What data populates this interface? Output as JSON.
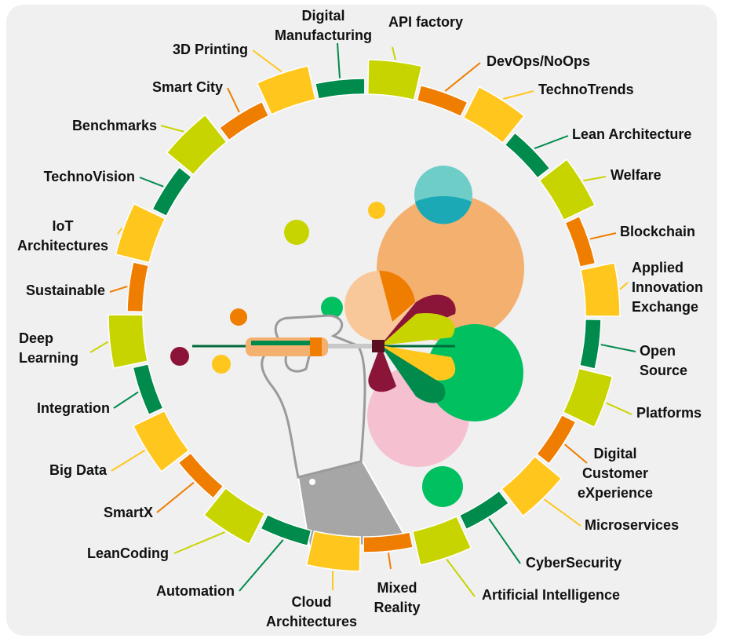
{
  "colors": {
    "lime": "#c8d400",
    "orange": "#ef7d00",
    "yellow": "#ffc61e",
    "green": "#008a4b",
    "background": "#f0f0f0"
  },
  "segments": [
    {
      "label": "API factory",
      "color": "lime"
    },
    {
      "label": "DevOps/NoOps",
      "color": "orange"
    },
    {
      "label": "TechnoTrends",
      "color": "yellow"
    },
    {
      "label": "Lean Architecture",
      "color": "green"
    },
    {
      "label": "Welfare",
      "color": "lime"
    },
    {
      "label": "Blockchain",
      "color": "orange"
    },
    {
      "label": "Applied\nInnovation\nExchange",
      "color": "yellow"
    },
    {
      "label": "Open\nSource",
      "color": "green"
    },
    {
      "label": "Platforms",
      "color": "lime"
    },
    {
      "label": "Digital\nCustomer\neXperience",
      "color": "orange"
    },
    {
      "label": "Microservices",
      "color": "yellow"
    },
    {
      "label": "CyberSecurity",
      "color": "green"
    },
    {
      "label": "Artificial Intelligence",
      "color": "lime"
    },
    {
      "label": "Mixed\nReality",
      "color": "orange"
    },
    {
      "label": "Cloud\nArchitectures",
      "color": "yellow"
    },
    {
      "label": "Automation",
      "color": "green"
    },
    {
      "label": "LeanCoding",
      "color": "lime"
    },
    {
      "label": "SmartX",
      "color": "orange"
    },
    {
      "label": "Big Data",
      "color": "yellow"
    },
    {
      "label": "Integration",
      "color": "green"
    },
    {
      "label": "Deep\nLearning",
      "color": "lime"
    },
    {
      "label": "Sustainable",
      "color": "orange"
    },
    {
      "label": "IoT\nArchitectures",
      "color": "yellow"
    },
    {
      "label": "TechnoVision",
      "color": "green"
    },
    {
      "label": "Benchmarks",
      "color": "lime"
    },
    {
      "label": "Smart City",
      "color": "orange"
    },
    {
      "label": "3D Printing",
      "color": "yellow"
    },
    {
      "label": "Digital\nManufacturing",
      "color": "green"
    }
  ],
  "illustration": {
    "subject": "hand-throwing-dart-icon"
  }
}
